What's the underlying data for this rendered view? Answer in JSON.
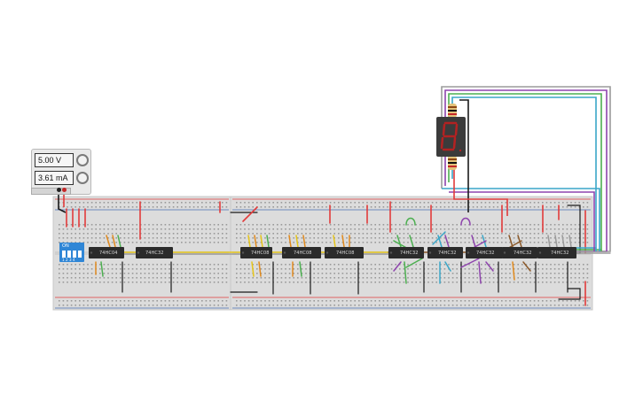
{
  "power_supply": {
    "voltage": "5.00 V",
    "current": "3.61 mA"
  },
  "dip_switch": {
    "label": "ON",
    "numbers": "1 2 3 4"
  },
  "chips": [
    {
      "label": "74HC04"
    },
    {
      "label": "74HC32"
    },
    {
      "label": "74HC08"
    },
    {
      "label": "74HC08"
    },
    {
      "label": "74HC08"
    },
    {
      "label": "74HC32"
    },
    {
      "label": "74HC32"
    },
    {
      "label": "74HC32"
    },
    {
      "label": "74HC32"
    },
    {
      "label": "74HC32"
    }
  ],
  "colors": {
    "breadboard": "#dcdcdc",
    "chip": "#2b2b2b",
    "rail_red": "#e23b3b",
    "rail_blue": "#4a6fb5",
    "segment_on": "#c62828",
    "wire_gray": "#9b9b9b",
    "wire_cyan": "#3aa6c8",
    "wire_green": "#4caf50",
    "wire_purple": "#8e44ad",
    "wire_orange": "#e08a1e",
    "wire_yellow": "#e6c51a",
    "wire_brown": "#8b5a2b",
    "wire_black": "#1a1a1a"
  }
}
